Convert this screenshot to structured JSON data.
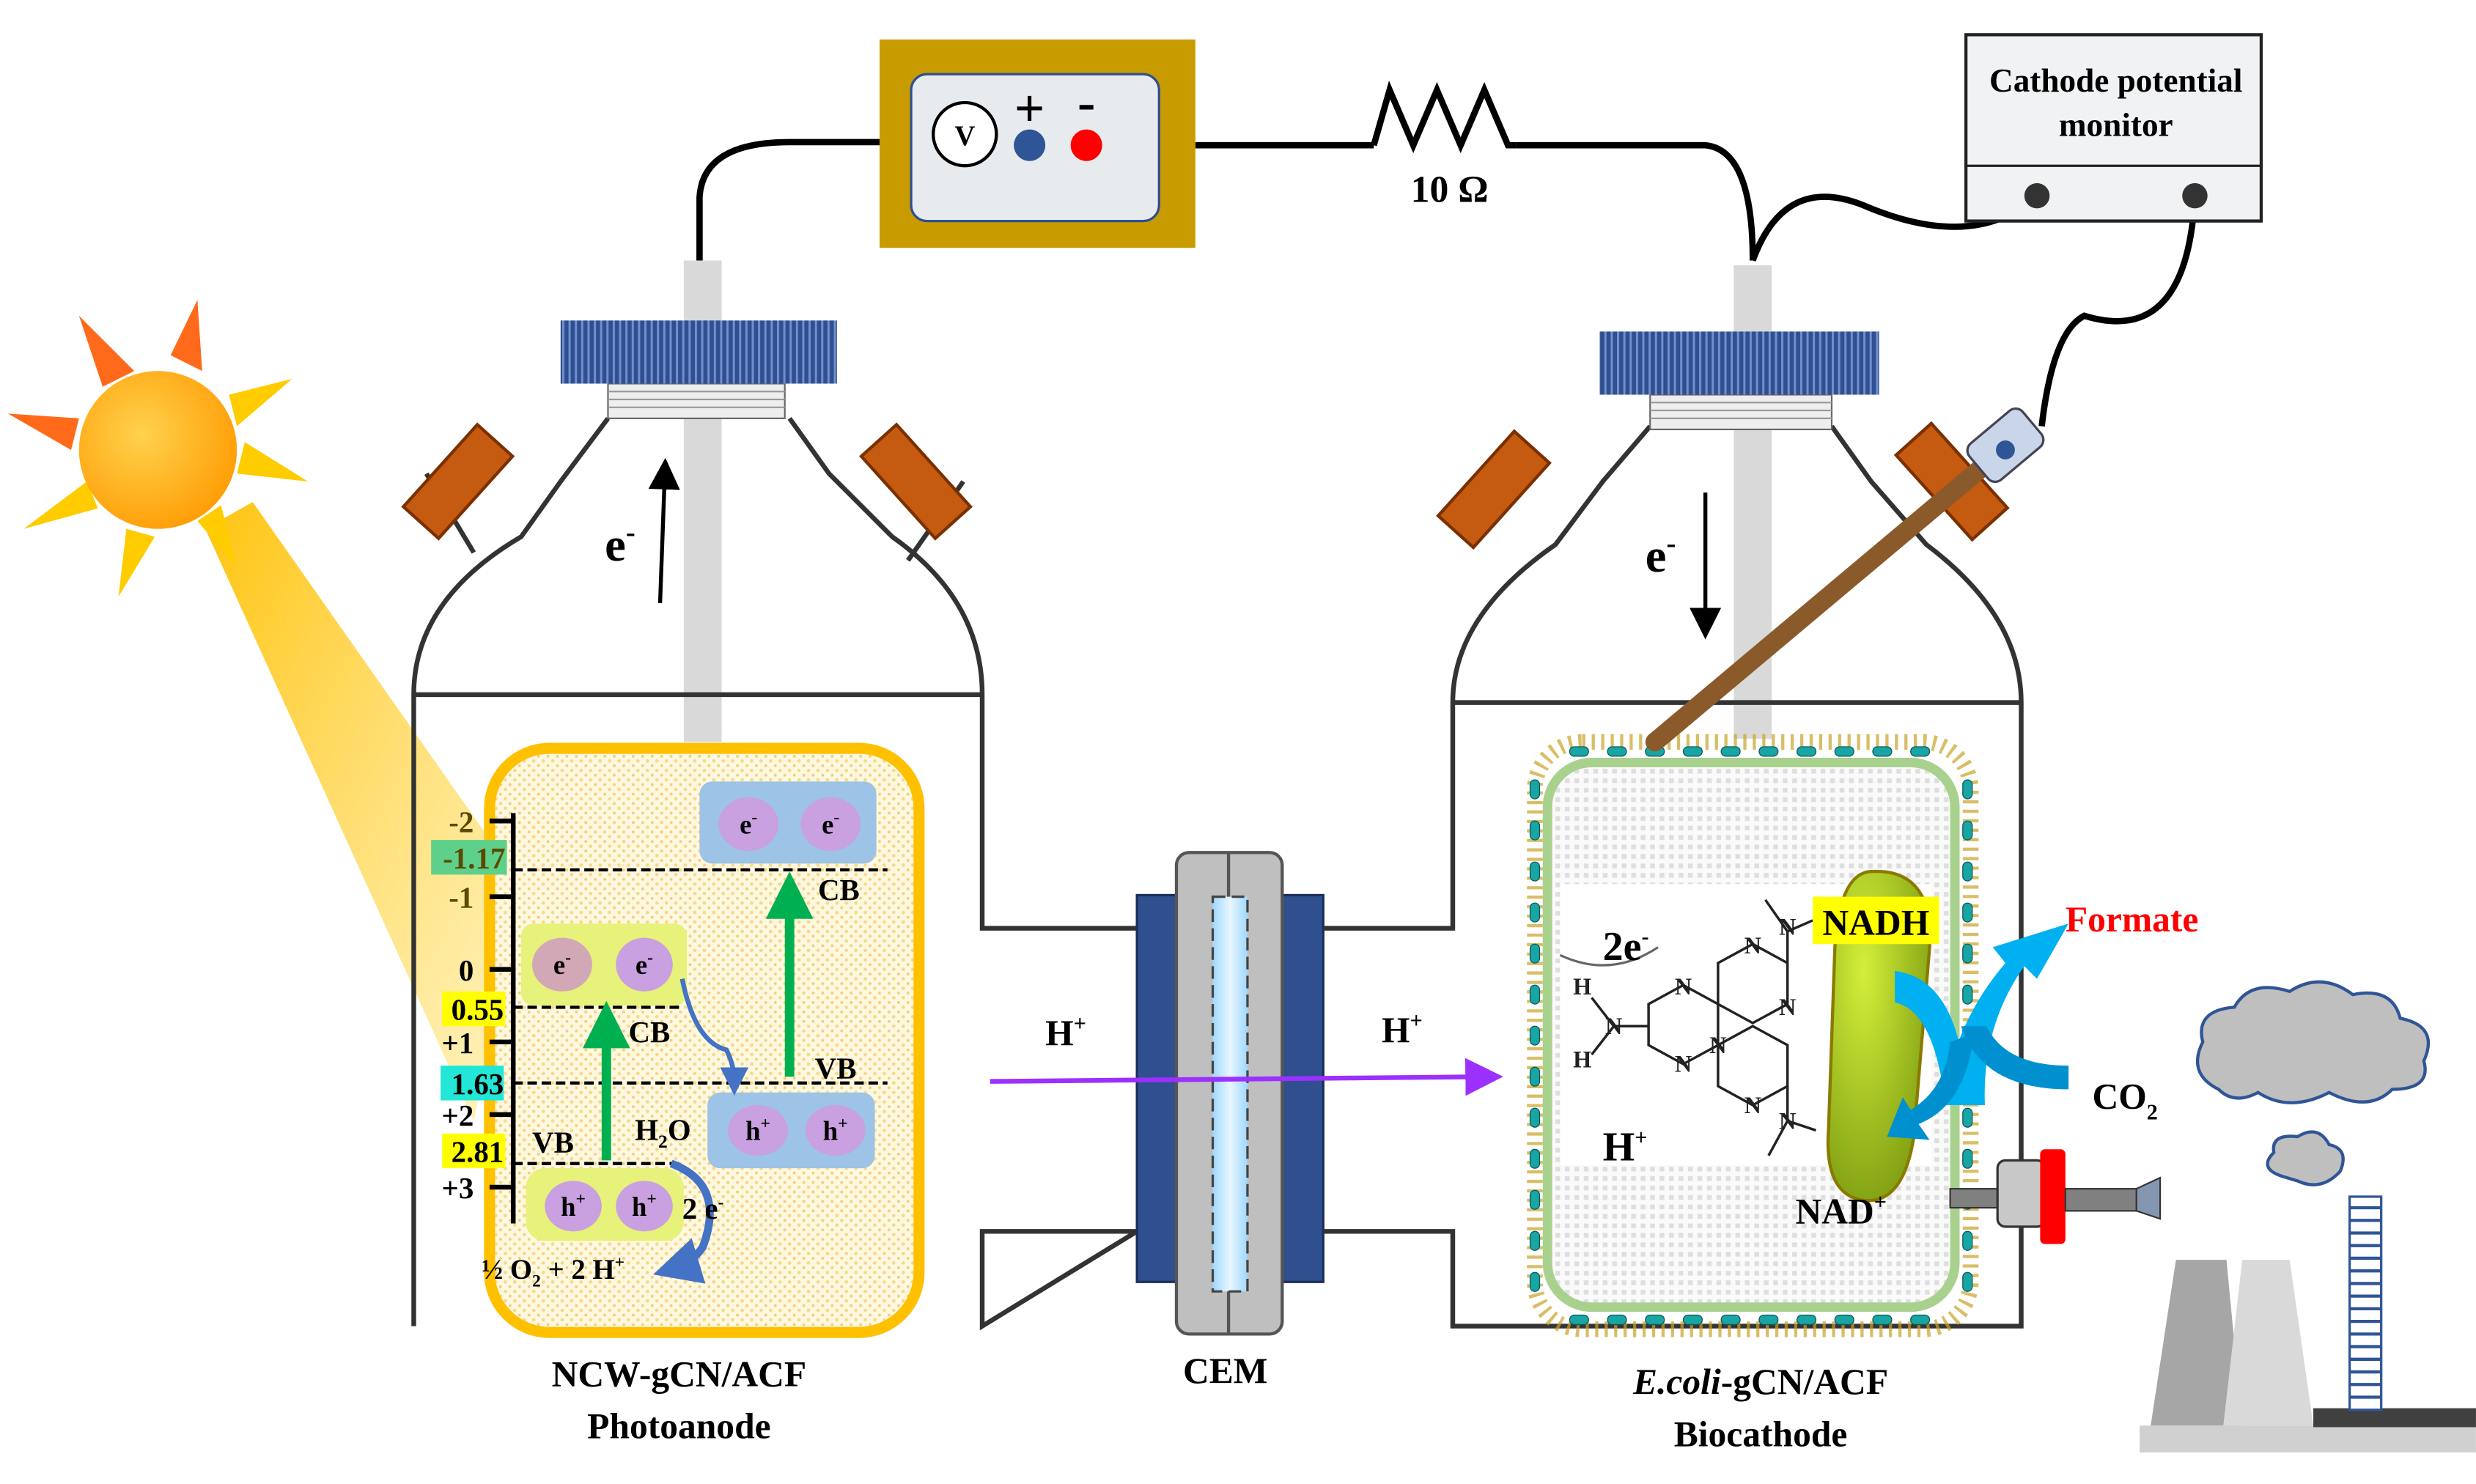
{
  "voltmeter": {
    "symbol": "V",
    "plus": "+",
    "minus": "-"
  },
  "resistor": {
    "label": "10 Ω"
  },
  "monitor": {
    "line1": "Cathode potential",
    "line2": "monitor"
  },
  "anode": {
    "electron_label": "e",
    "electron_sup": "-",
    "caption1": "NCW-gCN/ACF",
    "caption2": "Photoanode",
    "scale_ticks": [
      "-2",
      "-1",
      "0",
      "+1",
      "+2",
      "+3"
    ],
    "levels": [
      {
        "value": "-1.17",
        "color": "#5fd08a"
      },
      {
        "value": "0.55",
        "color": "#ffff00"
      },
      {
        "value": "1.63",
        "color": "#22e6d6"
      },
      {
        "value": "2.81",
        "color": "#ffff00"
      }
    ],
    "cb": "CB",
    "vb": "VB",
    "h2o": "H",
    "h2o_sub": "2",
    "h2o_o": "O",
    "two_e": "2 e",
    "o2_text": "½ O",
    "o2_sub": "2",
    "o2_rest": " + 2 H",
    "plus_sup": "+",
    "e": "e",
    "h": "h"
  },
  "membrane": {
    "label": "CEM",
    "proton_left": "H",
    "proton_right": "H",
    "sup": "+"
  },
  "cathode": {
    "electron_label": "e",
    "electron_sup": "-",
    "caption_italic": "E.coli",
    "caption_rest": "-gCN/ACF",
    "caption2": "Biocathode",
    "two_e": "2e",
    "h_plus": "H",
    "nadh": "NADH",
    "nad": "NAD",
    "formate": "Formate",
    "co2": "CO",
    "co2_sub": "2",
    "atom_n": "N",
    "atom_h": "H"
  },
  "colors": {
    "formate": "#ff0000",
    "nadh_bg": "#ffff00",
    "anode_frame": "#ffc000",
    "cathode_frame": "#a9d18e",
    "membrane": "#2f4f8f",
    "proton_arrow": "#9b30ff",
    "band_arrow": "#00b050",
    "cap": "#2f4f8f",
    "sidecap": "#c55a11",
    "voltmeter_box": "#c89b00"
  }
}
